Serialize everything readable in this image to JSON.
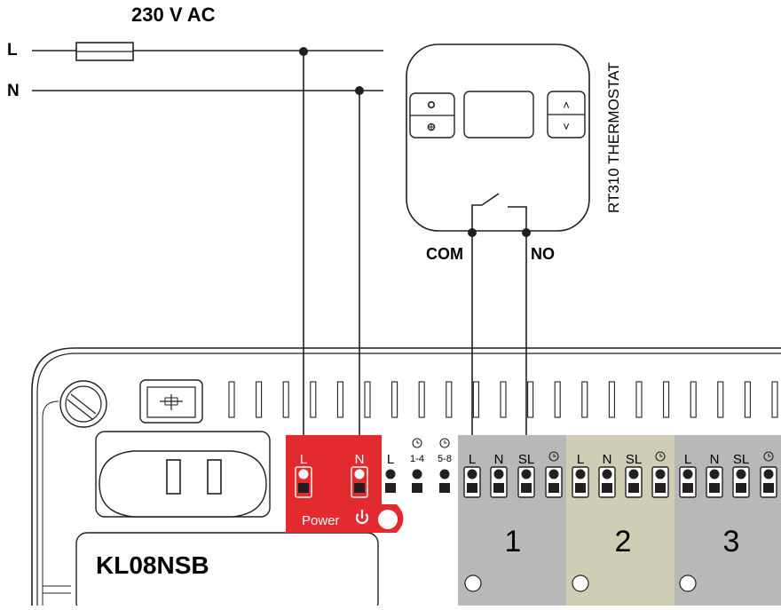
{
  "supply": {
    "title": "230 V AC",
    "line_l": "L",
    "line_n": "N"
  },
  "thermostat": {
    "model": "RT310 THERMOSTAT",
    "com": "COM",
    "no": "NO",
    "button_up": "˄",
    "button_down": "˅"
  },
  "controller": {
    "model": "KL08NSB",
    "power_label": "Power",
    "power_terminals": [
      "L",
      "N"
    ],
    "aux_terminals": [
      "L",
      "1-4",
      "5-8"
    ],
    "zones": [
      {
        "number": "1",
        "terminals": [
          "L",
          "N",
          "SL"
        ]
      },
      {
        "number": "2",
        "terminals": [
          "L",
          "N",
          "SL"
        ]
      },
      {
        "number": "3",
        "terminals": [
          "L",
          "N",
          "SL"
        ]
      }
    ]
  },
  "colors": {
    "wire": "#231f20",
    "power_block": "#e32a2e",
    "zone_gray": "#b9b8b8",
    "zone_beige": "#cfcdb4",
    "housing_line": "#231f20"
  }
}
